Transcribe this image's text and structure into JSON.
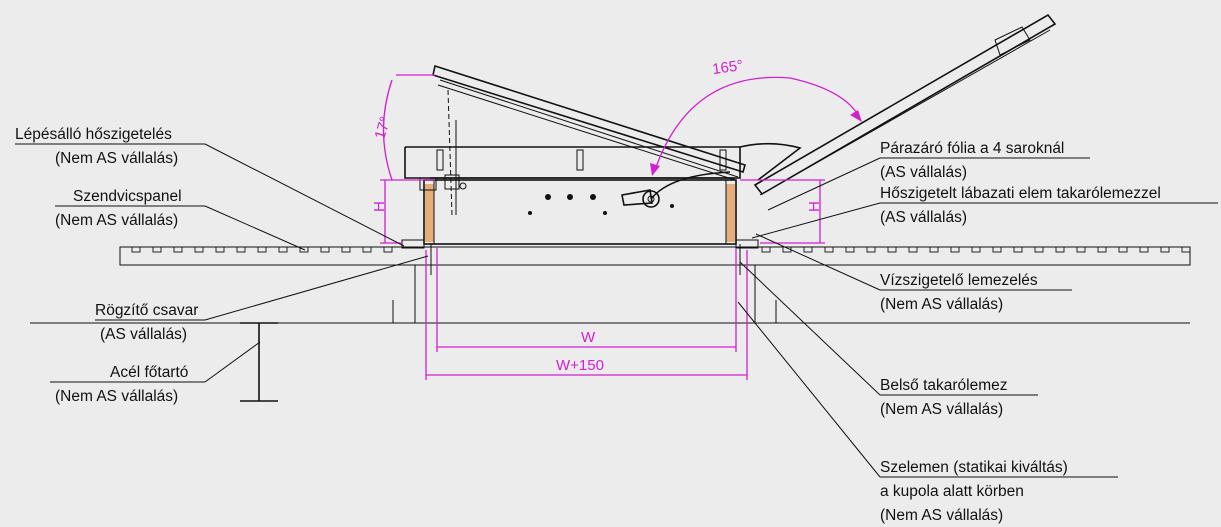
{
  "labels": {
    "lepesallo_1": "Lépésálló hőszigetelés",
    "lepesallo_2": "(Nem AS vállalás)",
    "szendvics_1": "Szendvicspanel",
    "szendvics_2": "(Nem AS vállalás)",
    "rogzito_1": "Rögzítő csavar",
    "rogzito_2": "(AS vállalás)",
    "acel_1": "Acél főtartó",
    "acel_2": "(Nem AS vállalás)",
    "parazaro_1": "Párazáró fólia a 4 saroknál",
    "parazaro_2": "(AS vállalás)",
    "hoszigetelt_1": "Hőszigetelt lábazati elem takarólemezzel",
    "hoszigetelt_2": "(AS vállalás)",
    "vizszigetelo_1": "Vízszigetelő lemezelés",
    "vizszigetelo_2": "(Nem AS vállalás)",
    "belso_1": "Belső takarólemez",
    "belso_2": "(Nem AS vállalás)",
    "szelemen_1": "Szelemen (statikai kiváltás)",
    "szelemen_2": "a kupola alatt körben",
    "szelemen_3": "(Nem AS vállalás)"
  },
  "dimensions": {
    "angle_open": "165°",
    "angle_tilt": "17°",
    "height_left": "H",
    "height_right": "H",
    "width_inner": "W",
    "width_outer": "W+150"
  },
  "colors": {
    "line": "#111111",
    "dimension": "#d21fd2",
    "insulation": "#e07a1c",
    "background": "#ececec"
  }
}
